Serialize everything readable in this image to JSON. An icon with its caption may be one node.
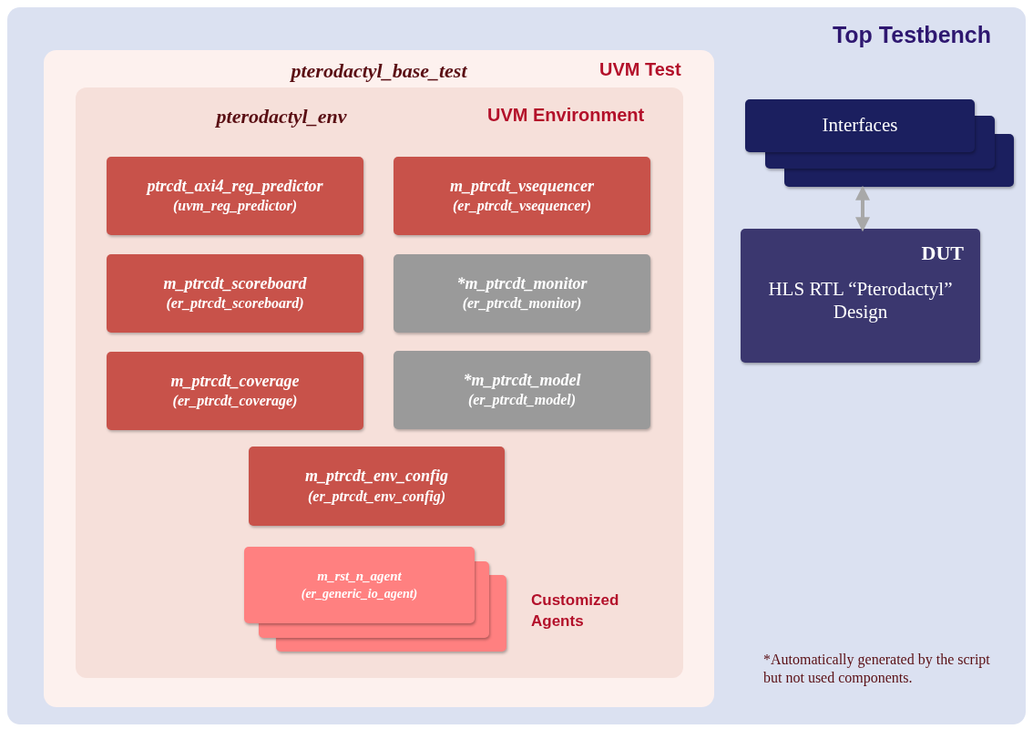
{
  "diagram": {
    "nodes": [
      {
        "text": [
          "Top Testbench"
        ]
      },
      {
        "text": [
          "pterodactyl_base_test",
          "UVM Test"
        ],
        "in": 0
      },
      {
        "text": [
          "pterodactyl_env",
          "UVM Environment"
        ],
        "in": 1
      },
      {
        "text": [
          "ptrcdt_axi4_reg_predictor",
          "(uvm_reg_predictor)"
        ],
        "in": 2
      },
      {
        "text": [
          "m_ptrcdt_vsequencer",
          "(er_ptrcdt_vsequencer)"
        ],
        "in": 2
      },
      {
        "text": [
          "m_ptrcdt_scoreboard",
          "(er_ptrcdt_scoreboard)"
        ],
        "in": 2
      },
      {
        "text": [
          "*m_ptrcdt_monitor",
          "(er_ptrcdt_monitor)"
        ],
        "in": 2
      },
      {
        "text": [
          "m_ptrcdt_coverage",
          "(er_ptrcdt_coverage)"
        ],
        "in": 2
      },
      {
        "text": [
          "*m_ptrcdt_model",
          "(er_ptrcdt_model)"
        ],
        "in": 2
      },
      {
        "text": [
          "m_ptrcdt_env_config",
          "(er_ptrcdt_env_config)"
        ],
        "in": 2
      },
      {
        "text": [
          "m_rst_n_agent",
          "(er_generic_io_agent)"
        ],
        "beside": [
          "Customized Agents"
        ],
        "in": 2
      },
      {
        "text": [
          "Interfaces"
        ],
        "in": 0
      },
      {
        "text": [
          "DUT",
          "HLS RTL “Pterodactyl” Design"
        ],
        "in": 0
      }
    ],
    "edges": [
      {
        "from": 11,
        "to": 12,
        "arrow": "both"
      }
    ],
    "labels": [
      "*Automatically generated by the script but not used components."
    ]
  }
}
